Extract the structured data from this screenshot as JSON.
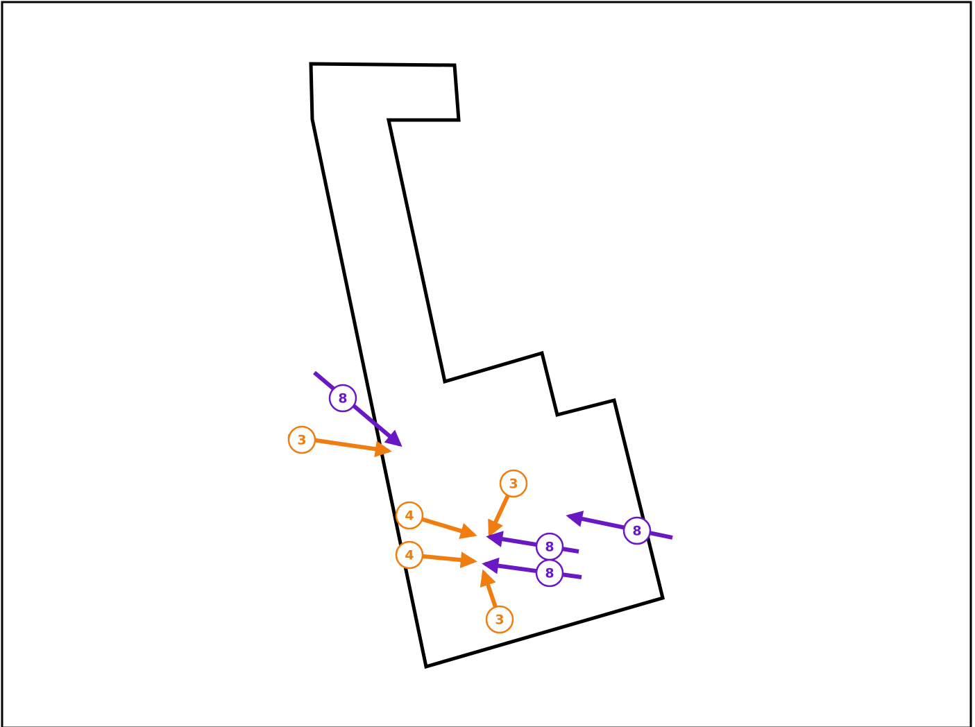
{
  "diagram": {
    "colors": {
      "frame": "#000000",
      "outline": "#000000",
      "orange": "#f07d0f",
      "purple": "#6a18c4",
      "badge_fill": "#ffffff"
    },
    "arrows": [
      {
        "id": "a1",
        "label": "8",
        "color": "purple"
      },
      {
        "id": "a2",
        "label": "3",
        "color": "orange"
      },
      {
        "id": "a3",
        "label": "3",
        "color": "orange"
      },
      {
        "id": "a4",
        "label": "4",
        "color": "orange"
      },
      {
        "id": "a5",
        "label": "8",
        "color": "purple"
      },
      {
        "id": "a6",
        "label": "8",
        "color": "purple"
      },
      {
        "id": "a7",
        "label": "4",
        "color": "orange"
      },
      {
        "id": "a8",
        "label": "8",
        "color": "purple"
      },
      {
        "id": "a9",
        "label": "3",
        "color": "orange"
      }
    ]
  }
}
